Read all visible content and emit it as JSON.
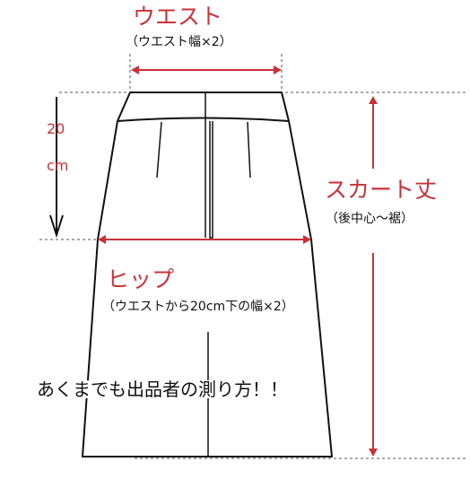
{
  "labels": {
    "waist": "ウエスト",
    "waist_note": "（ウエスト幅×2）",
    "depth_num": "20",
    "depth_unit": "cm",
    "length": "スカート丈",
    "length_note": "（後中心～裾）",
    "hip": "ヒップ",
    "hip_note": "（ウエストから20cm下の幅×2）",
    "disclaimer": "あくまでも出品者の測り方！！"
  },
  "colors": {
    "accent": "#c8323a",
    "outline": "#111111",
    "guide": "#555555"
  }
}
